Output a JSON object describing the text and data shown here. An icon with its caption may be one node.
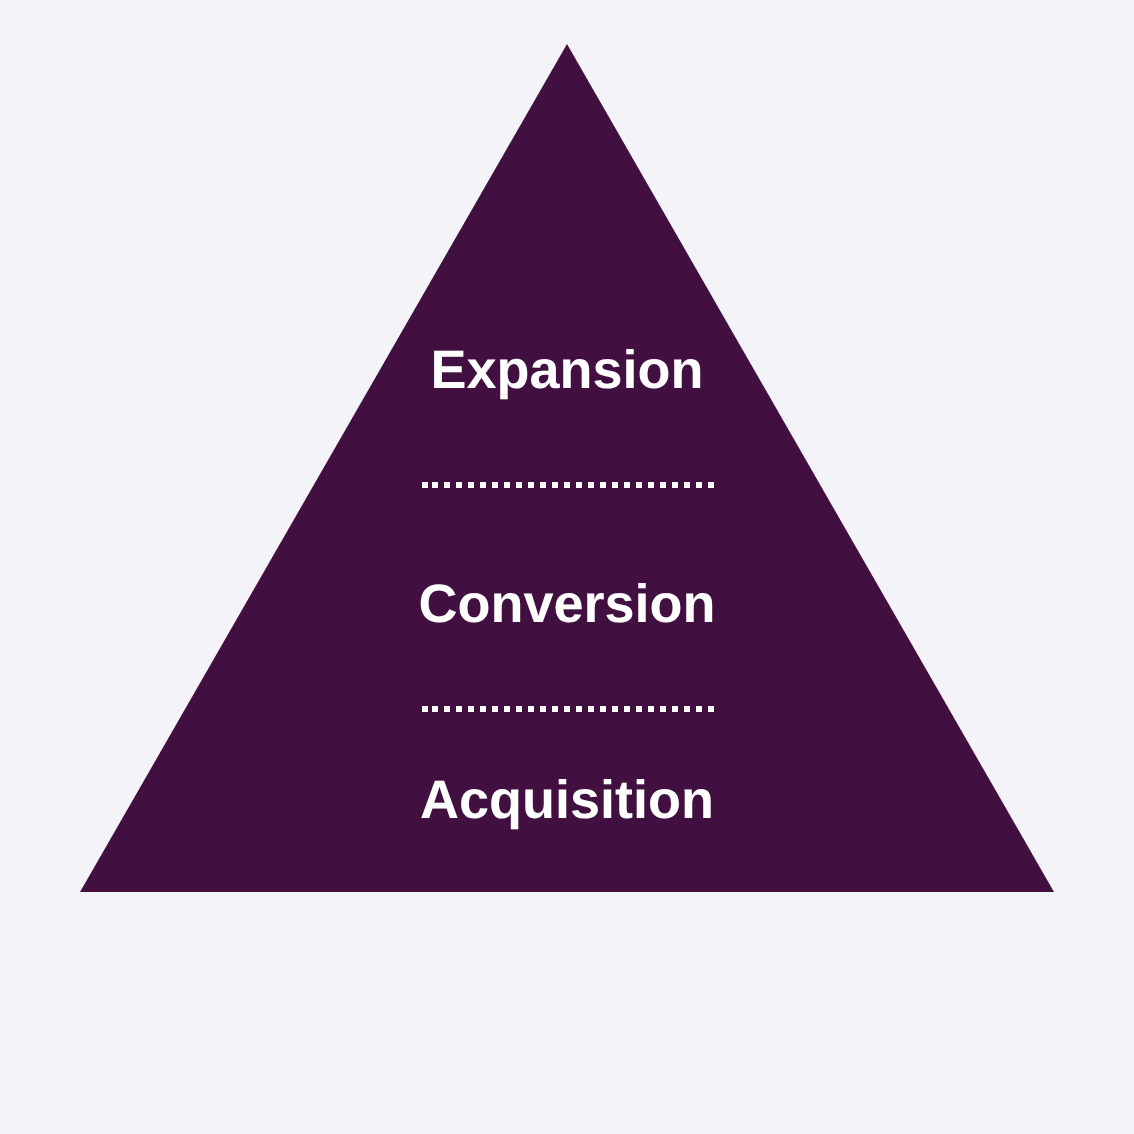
{
  "diagram": {
    "nodes": [
      {
        "text": [
          "Expansion",
          "Conversion",
          "Acquisition"
        ]
      }
    ]
  }
}
